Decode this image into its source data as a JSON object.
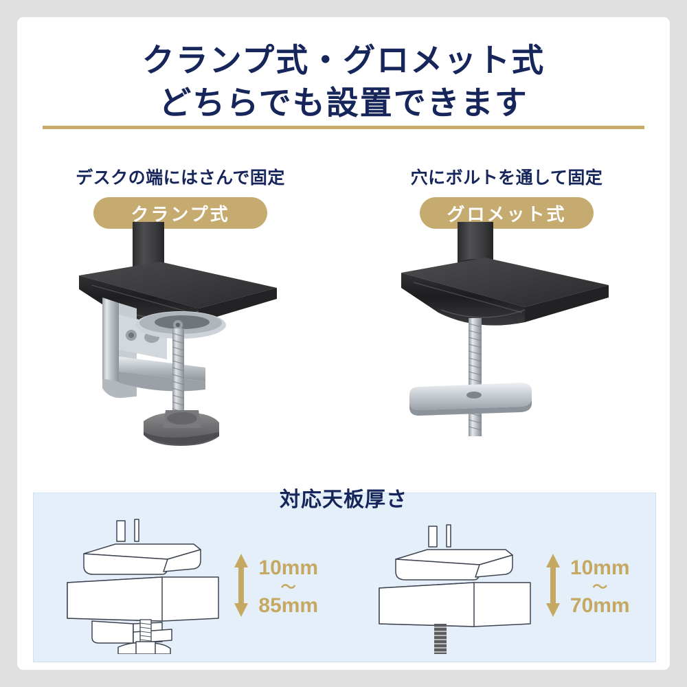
{
  "colors": {
    "page_background": "#e0e0e0",
    "card_background": "#ffffff",
    "navy": "#16255a",
    "gold": "#c5ab65",
    "pill_gold": "#c5ab6f",
    "panel_blue": "#e4eff9",
    "dim_gold": "#c5a962"
  },
  "header": {
    "title_line1": "クランプ式・グロメット式",
    "title_line2": "どちらでも設置できます"
  },
  "methods": [
    {
      "caption": "デスクの端にはさんで固定",
      "pill_label": "クランプ式",
      "photo_name": "clamp-mount-photo"
    },
    {
      "caption": "穴にボルトを通して固定",
      "pill_label": "グロメット式",
      "photo_name": "grommet-mount-photo"
    }
  ],
  "spec": {
    "title": "対応天板厚さ",
    "items": [
      {
        "illustration_name": "clamp-thickness-diagram",
        "min": "10mm",
        "tilde": "～",
        "max": "85mm"
      },
      {
        "illustration_name": "grommet-thickness-diagram",
        "min": "10mm",
        "tilde": "～",
        "max": "70mm"
      }
    ]
  }
}
